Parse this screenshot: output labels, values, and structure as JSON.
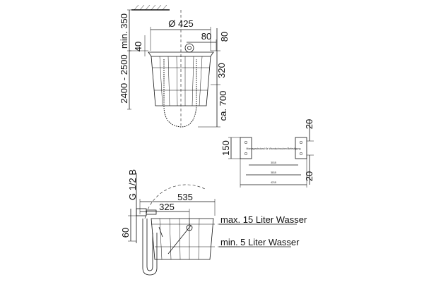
{
  "dimensions": {
    "diameter": "Ø 425",
    "offset_80_top": "80",
    "offset_80_right": "80",
    "min_350": "min. 350",
    "val_40": "40",
    "val_320": "320",
    "range_2400_2500": "2400 - 2500",
    "ca_700": "ca. 700",
    "bracket_150": "150",
    "bracket_20_top": "20",
    "bracket_20_bottom": "20",
    "thread": "G 1/2 B",
    "side_535": "535",
    "side_325": "325",
    "side_60": "60"
  },
  "bracket_small_labels": {
    "note": "Montageabstand für Wandschrauben/Befestigung",
    "inner_1": "3015",
    "inner_2": "3815",
    "outer": "4215"
  },
  "annotations": {
    "max_water": "max. 15 Liter Wasser",
    "min_water": "min. 5 Liter Wasser"
  }
}
